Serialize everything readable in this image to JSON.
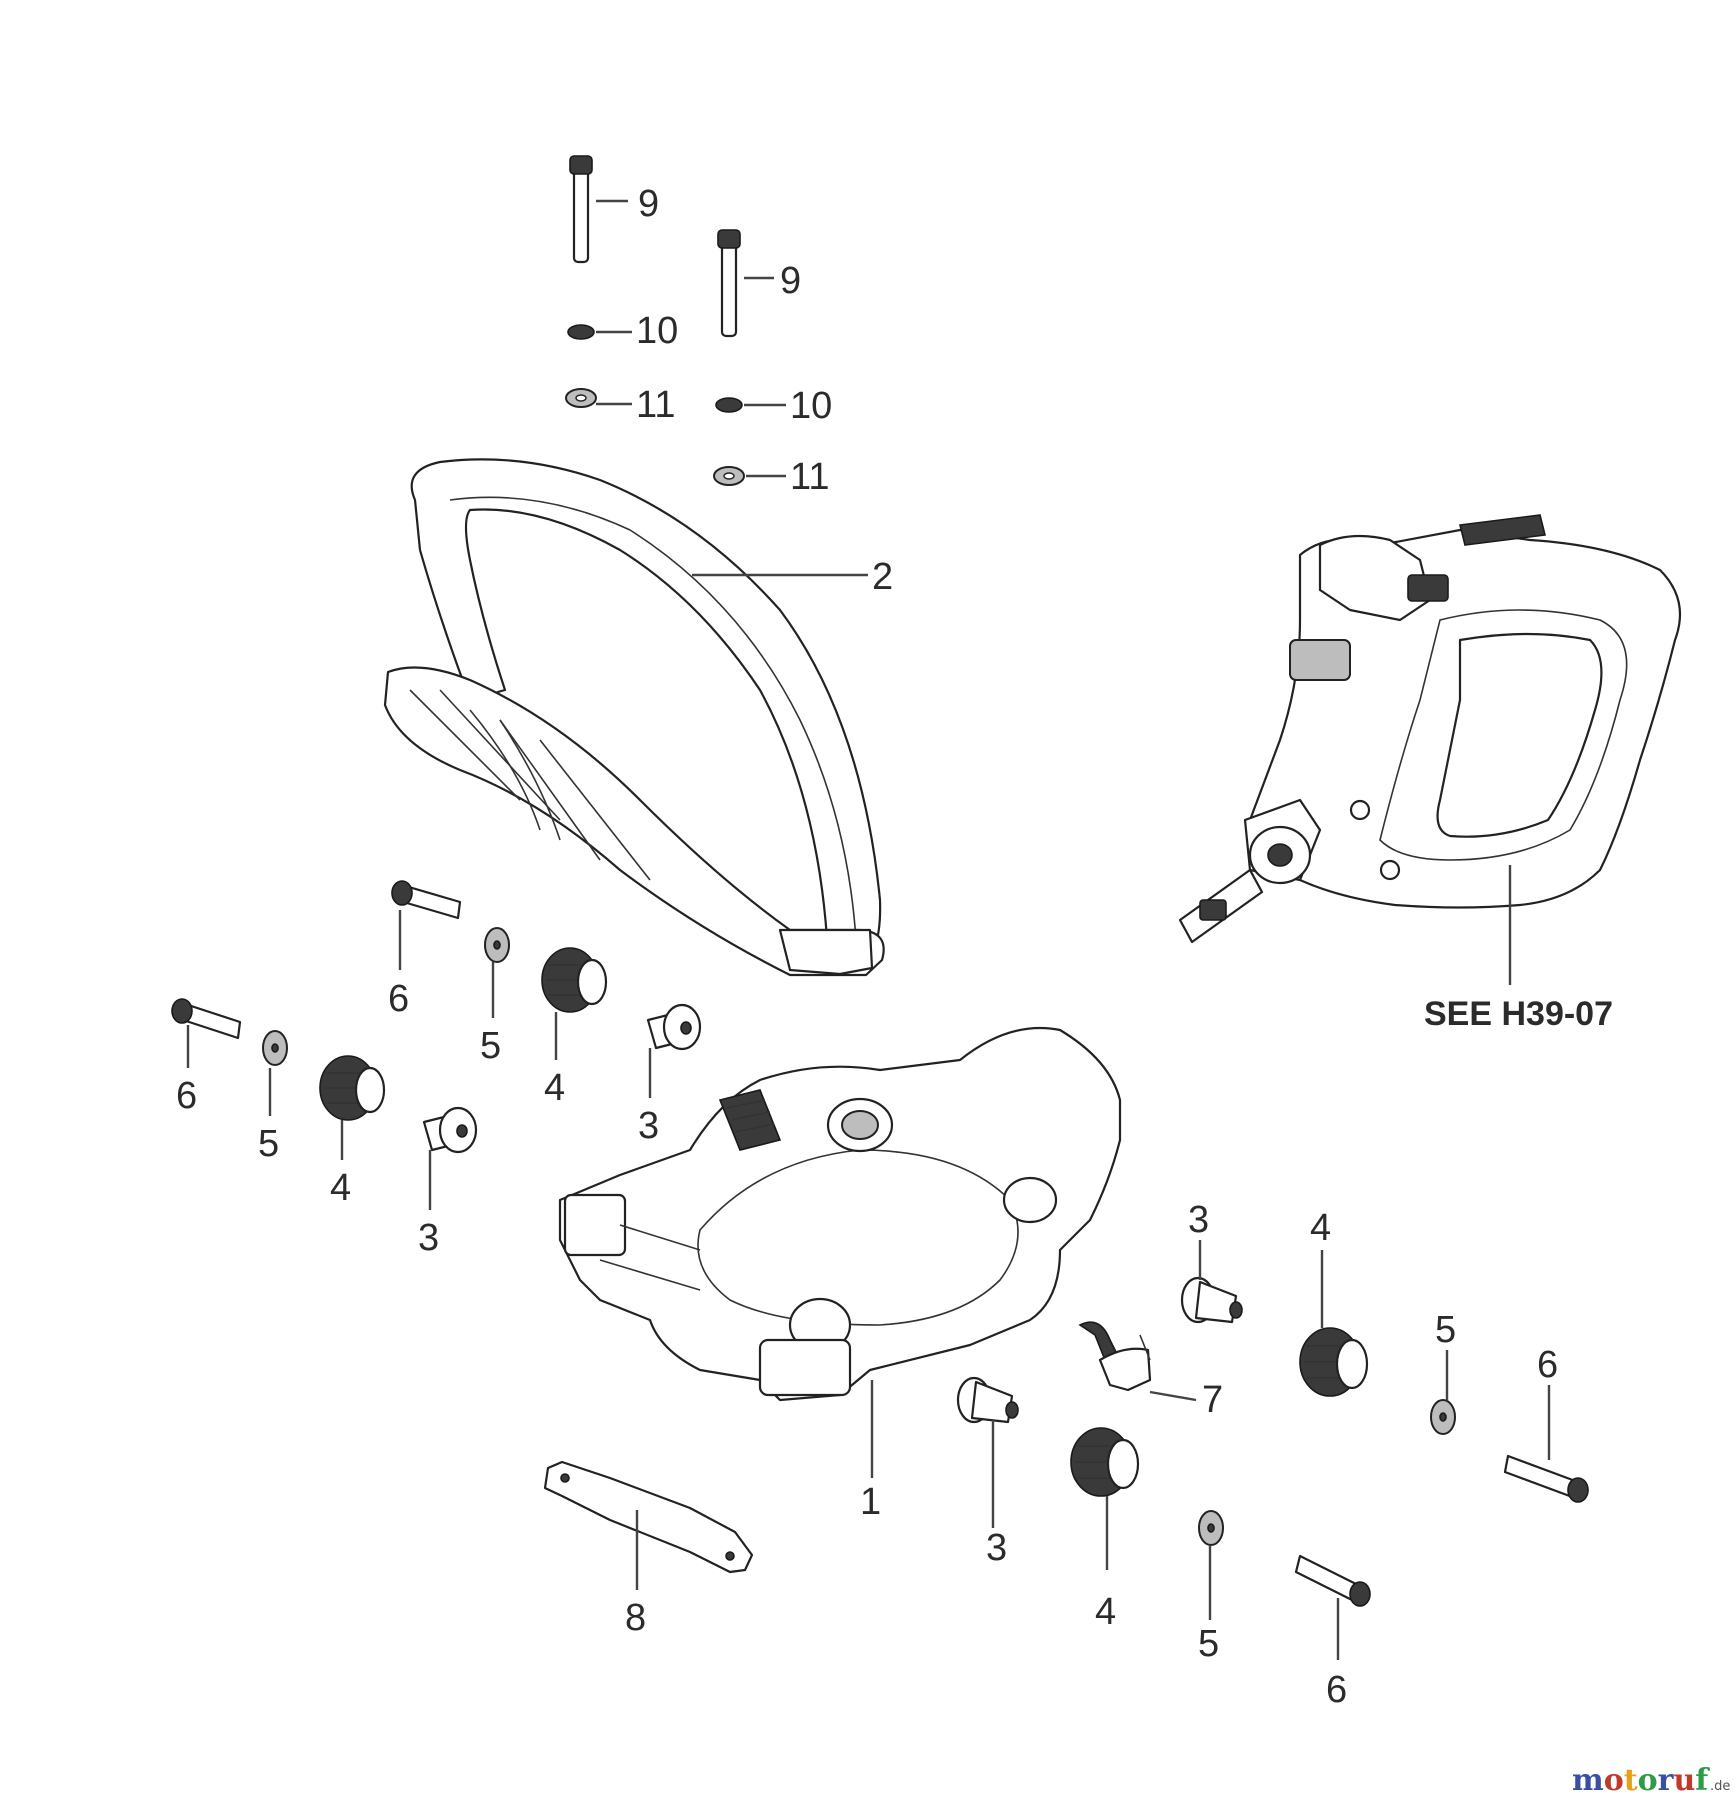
{
  "callouts": {
    "c1": "1",
    "c2": "2",
    "c3": "3",
    "c4": "4",
    "c5": "5",
    "c6": "6",
    "c7": "7",
    "c8": "8",
    "c9": "9",
    "c10": "10",
    "c11": "11"
  },
  "see_reference": "SEE H39-07",
  "watermark": {
    "text": "motoruf",
    "suffix": ".de",
    "colors": [
      "#3a4fa0",
      "#c0392b",
      "#e3a21a",
      "#2e9b48",
      "#3a4fa0",
      "#c0392b",
      "#2e9b48"
    ]
  }
}
